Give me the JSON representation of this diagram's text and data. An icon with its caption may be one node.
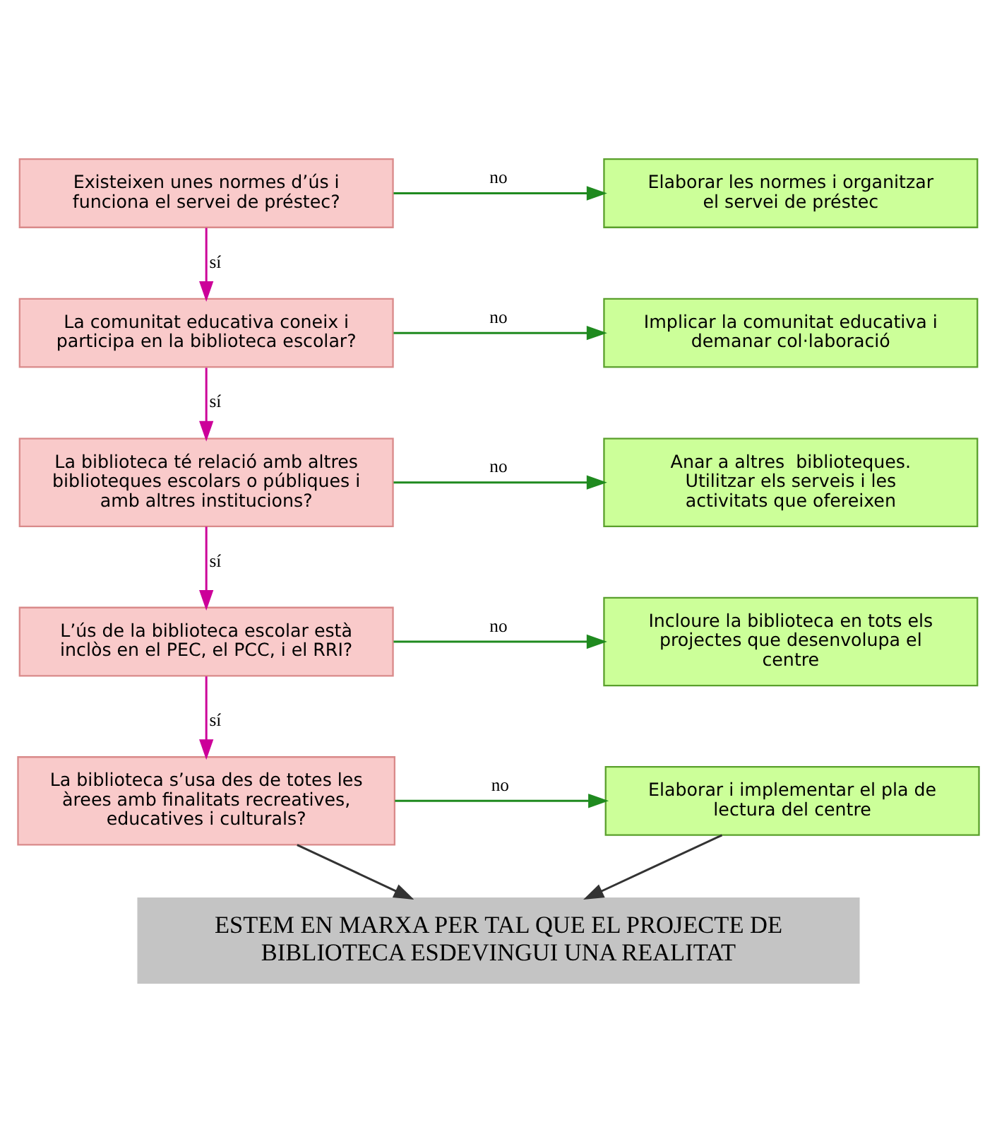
{
  "diagram": {
    "nodes": [
      {
        "text": [
          "Existeixen unes normes d’ús i funciona el servei de préstec?"
        ]
      },
      {
        "text": [
          "Elaborar les normes i organitzar el servei de préstec"
        ]
      },
      {
        "text": [
          "La comunitat educativa coneix i participa en la biblioteca escolar?"
        ]
      },
      {
        "text": [
          "Implicar la comunitat educativa i demanar col·laboració"
        ]
      },
      {
        "text": [
          "La biblioteca té relació amb altres biblioteques escolars o públiques i amb altres institucions?"
        ]
      },
      {
        "text": [
          "Anar a altres  biblioteques. Utilitzar els serveis i les activitats que ofereixen"
        ]
      },
      {
        "text": [
          "L’ús de la biblioteca escolar està inclòs en el PEC, el PCC, i el RRI?"
        ]
      },
      {
        "text": [
          "Incloure la biblioteca en tots els projectes que desenvolupa el centre"
        ]
      },
      {
        "text": [
          "La biblioteca s’usa des de totes les àrees amb finalitats recreatives, educatives i culturals?"
        ]
      },
      {
        "text": [
          "Elaborar i implementar el pla de lectura del centre"
        ]
      },
      {
        "text": [
          "ESTEM EN MARXA PER TAL QUE EL PROJECTE DE BIBLIOTECA ESDEVINGUI UNA REALITAT"
        ]
      }
    ],
    "edges": [
      {
        "from": 0,
        "to": 1,
        "arrow": "to",
        "label": "no",
        "color": "#1f8a1f"
      },
      {
        "from": 0,
        "to": 2,
        "arrow": "to",
        "label": "sí",
        "color": "#cc0099"
      },
      {
        "from": 2,
        "to": 3,
        "arrow": "to",
        "label": "no",
        "color": "#1f8a1f"
      },
      {
        "from": 2,
        "to": 4,
        "arrow": "to",
        "label": "sí",
        "color": "#cc0099"
      },
      {
        "from": 4,
        "to": 5,
        "arrow": "to",
        "label": "no",
        "color": "#1f8a1f"
      },
      {
        "from": 4,
        "to": 6,
        "arrow": "to",
        "label": "sí",
        "color": "#cc0099"
      },
      {
        "from": 6,
        "to": 7,
        "arrow": "to",
        "label": "no",
        "color": "#1f8a1f"
      },
      {
        "from": 6,
        "to": 8,
        "arrow": "to",
        "label": "sí",
        "color": "#cc0099"
      },
      {
        "from": 8,
        "to": 9,
        "arrow": "to",
        "label": "no",
        "color": "#1f8a1f"
      },
      {
        "from": 8,
        "to": 10,
        "arrow": "to",
        "color": "#333333"
      },
      {
        "from": 9,
        "to": 10,
        "arrow": "to",
        "color": "#333333"
      }
    ]
  }
}
